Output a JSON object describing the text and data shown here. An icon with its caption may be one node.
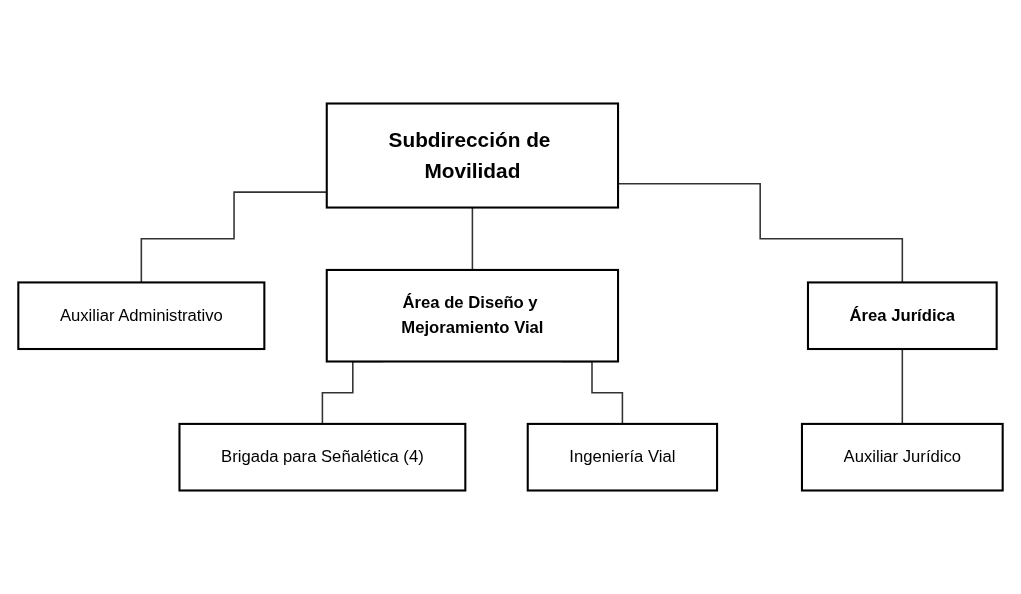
{
  "diagram": {
    "nodes": [
      {
        "text": [
          "Subdirección de Movilidad"
        ]
      },
      {
        "text": [
          "Auxiliar Administrativo"
        ]
      },
      {
        "text": [
          "Área de Diseño y Mejoramiento Vial"
        ]
      },
      {
        "text": [
          "Área Jurídica"
        ]
      },
      {
        "text": [
          "Brigada para Señalética (4)"
        ]
      },
      {
        "text": [
          "Ingeniería Vial"
        ]
      },
      {
        "text": [
          "Auxiliar Jurídico"
        ]
      }
    ],
    "edges": [
      {
        "from": 0,
        "to": 1,
        "arrow": "none"
      },
      {
        "from": 0,
        "to": 2,
        "arrow": "none"
      },
      {
        "from": 0,
        "to": 3,
        "arrow": "none"
      },
      {
        "from": 2,
        "to": 4,
        "arrow": "none"
      },
      {
        "from": 2,
        "to": 5,
        "arrow": "none"
      },
      {
        "from": 3,
        "to": 6,
        "arrow": "none"
      }
    ]
  }
}
